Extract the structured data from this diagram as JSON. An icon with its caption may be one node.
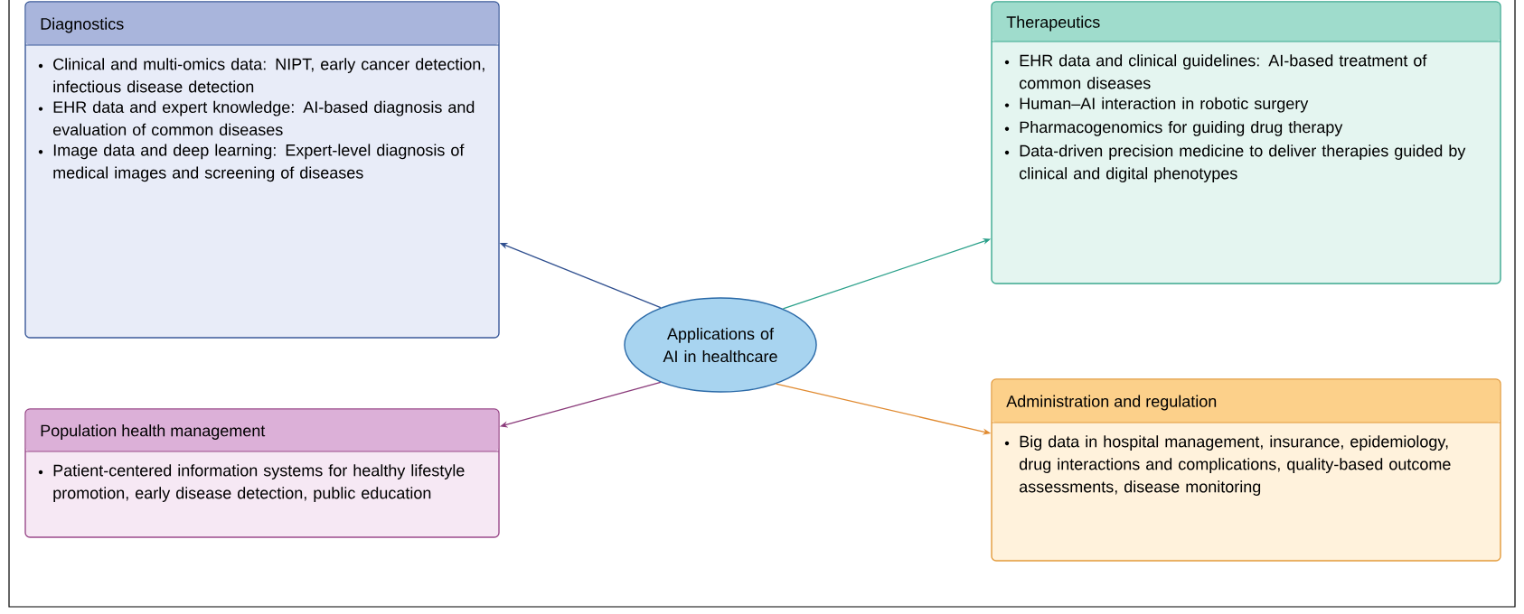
{
  "diagram": {
    "nodes": [
      {
        "text": [
          "Diagnostics",
          "Clinical and multi-omics data: NIPT, early cancer detection, infectious disease detection",
          "EHR data and expert knowledge: AI-based diagnosis and evaluation of common diseases",
          "Image data and deep learning: Expert-level diagnosis of medical images and screening of diseases"
        ]
      },
      {
        "text": [
          "Therapeutics",
          "EHR data and clinical guidelines: AI-based treatment of common diseases",
          "Human–AI interaction in robotic surgery",
          "Pharmacogenomics for guiding drug therapy",
          "Data-driven precision medicine to deliver therapies guided by clinical and digital phenotypes"
        ]
      },
      {
        "text": [
          "Applications of AI in healthcare"
        ]
      },
      {
        "text": [
          "Population health management",
          "Patient-centered information systems for healthy lifestyle promotion, early disease detection, public education"
        ]
      },
      {
        "text": [
          "Administration and regulation",
          "Big data in hospital management, insurance, epidemiology, drug interactions and complications, quality-based outcome assessments, disease monitoring"
        ]
      }
    ],
    "edges": [
      {
        "from": 2,
        "to": 0,
        "arrow": "to",
        "color": "#2f4f8f"
      },
      {
        "from": 2,
        "to": 1,
        "arrow": "to",
        "color": "#2aa08a"
      },
      {
        "from": 2,
        "to": 3,
        "arrow": "to",
        "color": "#8a3a7a"
      },
      {
        "from": 2,
        "to": 4,
        "arrow": "to",
        "color": "#e08a30"
      }
    ]
  }
}
